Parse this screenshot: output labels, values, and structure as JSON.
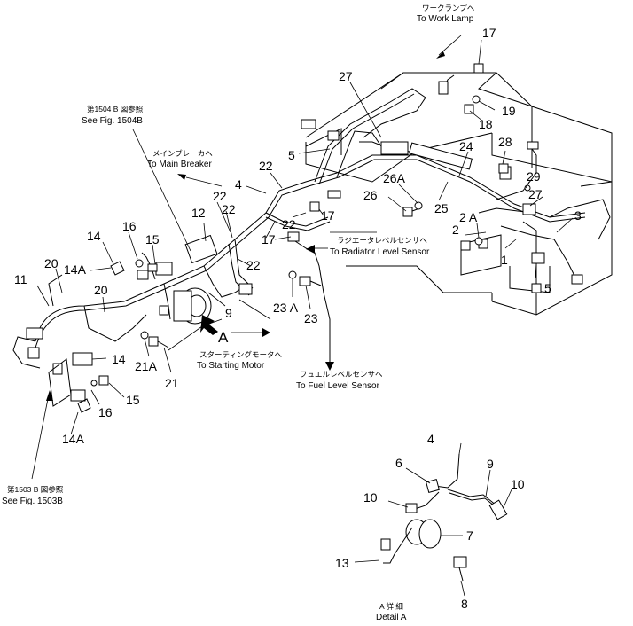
{
  "callouts": {
    "c17a": "17",
    "c19": "19",
    "c18": "18",
    "c27a": "27",
    "c5a": "5",
    "c28": "28",
    "c24": "24",
    "c26A": "26A",
    "c26": "26",
    "c25": "25",
    "c2A": "2 A",
    "c2": "2",
    "c29": "29",
    "c27b": "27",
    "c3": "3",
    "c1": "1",
    "c5b": "5",
    "c22a": "22",
    "c4": "4",
    "c22b": "22",
    "c12": "12",
    "c22c": "22",
    "c22d": "22",
    "c17b": "17",
    "c17c": "17",
    "c16a": "16",
    "c14a": "14",
    "c15a": "15",
    "c14Aa": "14A",
    "c20a": "20",
    "c20b": "20",
    "c11": "11",
    "c9": "9",
    "c23A": "23 A",
    "c23": "23",
    "c21A": "21A",
    "c21": "21",
    "c14b": "14",
    "c15b": "15",
    "c16b": "16",
    "c14Ab": "14A",
    "cA": "A"
  },
  "notes": {
    "work_lamp_jp": "ワークランプへ",
    "work_lamp_en": "To Work Lamp",
    "fig1504_jp": "第1504 B 図参照",
    "fig1504_en": "See Fig. 1504B",
    "main_breaker_jp": "メインブレーカへ",
    "main_breaker_en": "To Main Breaker",
    "radiator_jp": "ラジエータレベルセンサへ",
    "radiator_en": "To Radiator Level Sensor",
    "starting_jp": "スターティングモータへ",
    "starting_en": "To Starting Motor",
    "fuel_jp": "フュエルレベルセンサへ",
    "fuel_en": "To Fuel Level Sensor",
    "fig1503_jp": "第1503 B 図参照",
    "fig1503_en": "See Fig. 1503B"
  },
  "detail": {
    "c4": "4",
    "c6": "6",
    "c9": "9",
    "c10a": "10",
    "c10b": "10",
    "c7": "7",
    "c13": "13",
    "c8": "8",
    "caption_jp": "A 詳 細",
    "caption_en": "Detail A"
  }
}
